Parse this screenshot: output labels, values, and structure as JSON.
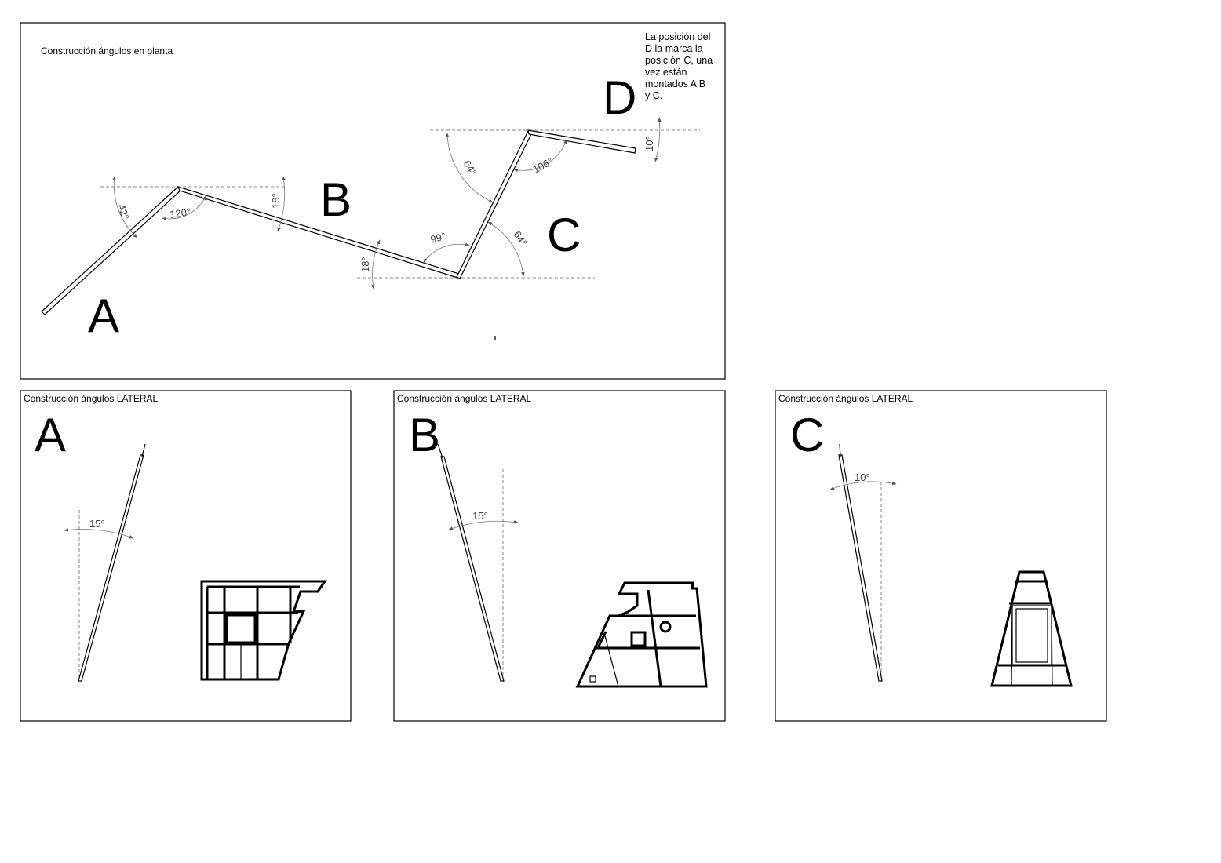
{
  "plan": {
    "title": "Construcción ángulos en planta",
    "note_lines": [
      "La posición del",
      "D la marca la",
      "posición C, una",
      "vez están",
      "montados A B",
      "y C."
    ],
    "labels": {
      "a": "A",
      "b": "B",
      "c": "C",
      "d": "D"
    },
    "angles": {
      "a_outer": "42°",
      "ab_inner": "120°",
      "b_top": "18°",
      "b_bottom": "18°",
      "bc_inner": "99°",
      "c_lower": "64°",
      "c_upper": "64°",
      "cd_inner": "106°",
      "d": "10°"
    }
  },
  "lateral_panels": [
    {
      "title": "Construcción ángulos LATERAL",
      "letter": "A",
      "angle": "15°"
    },
    {
      "title": "Construcción ángulos LATERAL",
      "letter": "B",
      "angle": "15°"
    },
    {
      "title": "Construcción ángulos LATERAL",
      "letter": "C",
      "angle": "10°"
    }
  ]
}
